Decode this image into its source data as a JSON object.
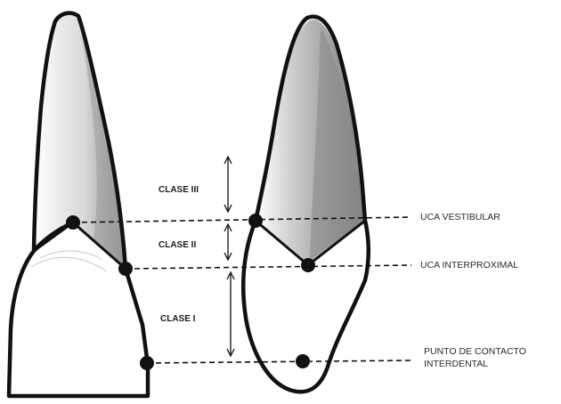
{
  "labels": {
    "clase_iii": "CLASE III",
    "clase_ii": "CLASE II",
    "clase_i": "CLASE I",
    "uca_vestibular": "UCA VESTIBULAR",
    "uca_interproximal": "UCA INTERPROXIMAL",
    "punto_contacto_line1": "PUNTO DE CONTACTO",
    "punto_contacto_line2": "INTERDENTAL"
  },
  "colors": {
    "outline": "#111111",
    "shade": "#8f8f8f",
    "background": "#ffffff"
  }
}
